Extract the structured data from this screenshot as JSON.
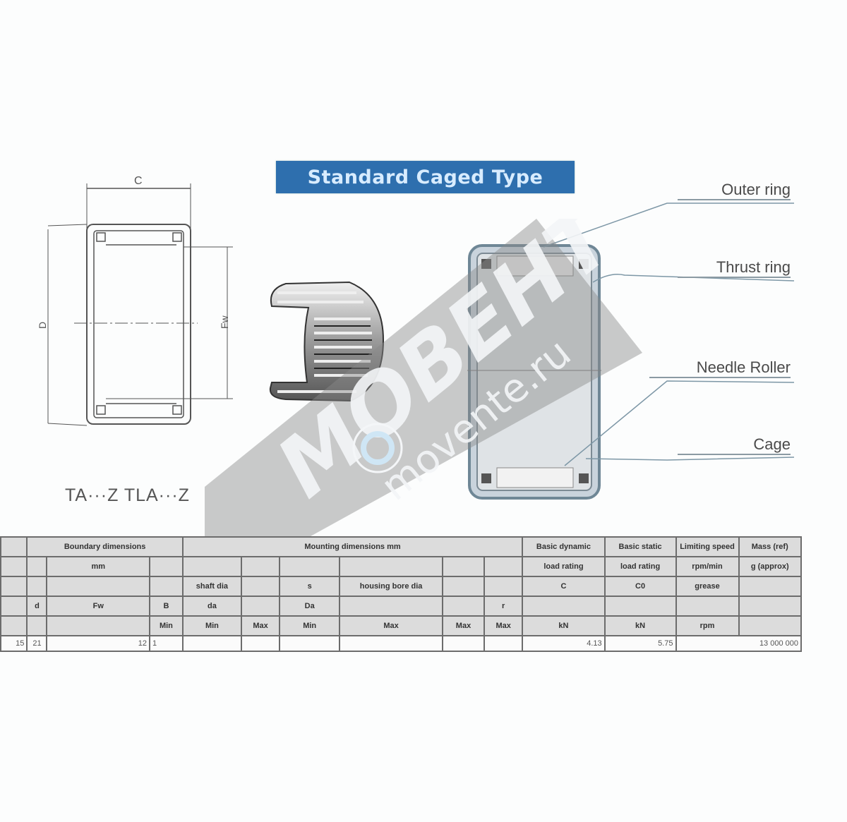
{
  "banner": {
    "title": "Standard Caged Type"
  },
  "drawing": {
    "dimension_labels": {
      "width": "C",
      "outer_diameter": "D",
      "inner_diameter": "Fw"
    },
    "caption": "TA···Z  TLA···Z"
  },
  "callouts": [
    {
      "label": "Outer ring"
    },
    {
      "label": "Thrust ring"
    },
    {
      "label": "Needle Roller"
    },
    {
      "label": "Cage"
    }
  ],
  "watermark": {
    "brand": "МОВЕНТ",
    "site": "movente.ru",
    "accent": "#cfe6f5"
  },
  "colors": {
    "banner": "#2e6fae",
    "banner_text": "#d8ecff",
    "table_bg": "#dcdcdc",
    "table_border": "#6c6c6c"
  },
  "table": {
    "row1": {
      "boundary": "Boundary dimensions",
      "mounting": "Mounting dimensions  mm",
      "load_dynamic": "Basic dynamic",
      "load_static": "Basic static",
      "limiting_speed": "Limiting speed",
      "mass": "Mass (ref)"
    },
    "row2": {
      "unit": "mm",
      "dyn": "load rating",
      "stat": "load rating",
      "speed": "rpm/min",
      "mass": "g (approx)"
    },
    "row3": {
      "shaft": "shaft dia",
      "col_s": "s",
      "housing": "housing bore dia",
      "c": "C",
      "c0": "C0",
      "grease": "grease"
    },
    "row4": {
      "d": "d",
      "fw": "Fw",
      "b": "B",
      "dd": "da",
      "fs": "Da",
      "r": "r"
    },
    "row5": {
      "c1": "Min",
      "c2": "Min",
      "c3": "Max",
      "c4": "Min",
      "c5": "Max",
      "c6": "Max",
      "c7": "Max",
      "c8": "kN",
      "c9": "kN",
      "c10": "rpm"
    },
    "row6": {
      "a": "15",
      "b": "21",
      "c": "12",
      "d": "1",
      "load": "4.13",
      "static": "5.75",
      "speed": "13 000 000"
    }
  }
}
